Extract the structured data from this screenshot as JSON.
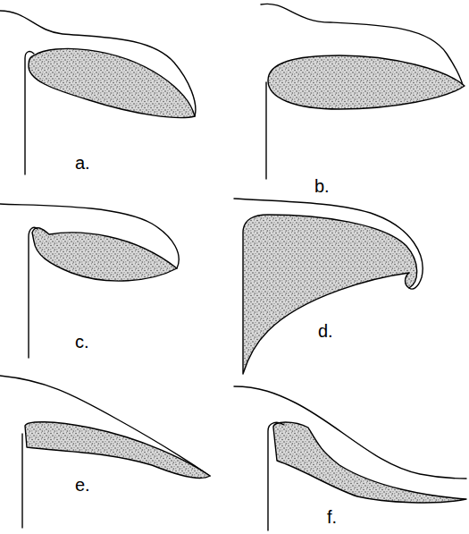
{
  "diagram": {
    "labels": [
      "a.",
      "b.",
      "c.",
      "d.",
      "e.",
      "f."
    ]
  }
}
